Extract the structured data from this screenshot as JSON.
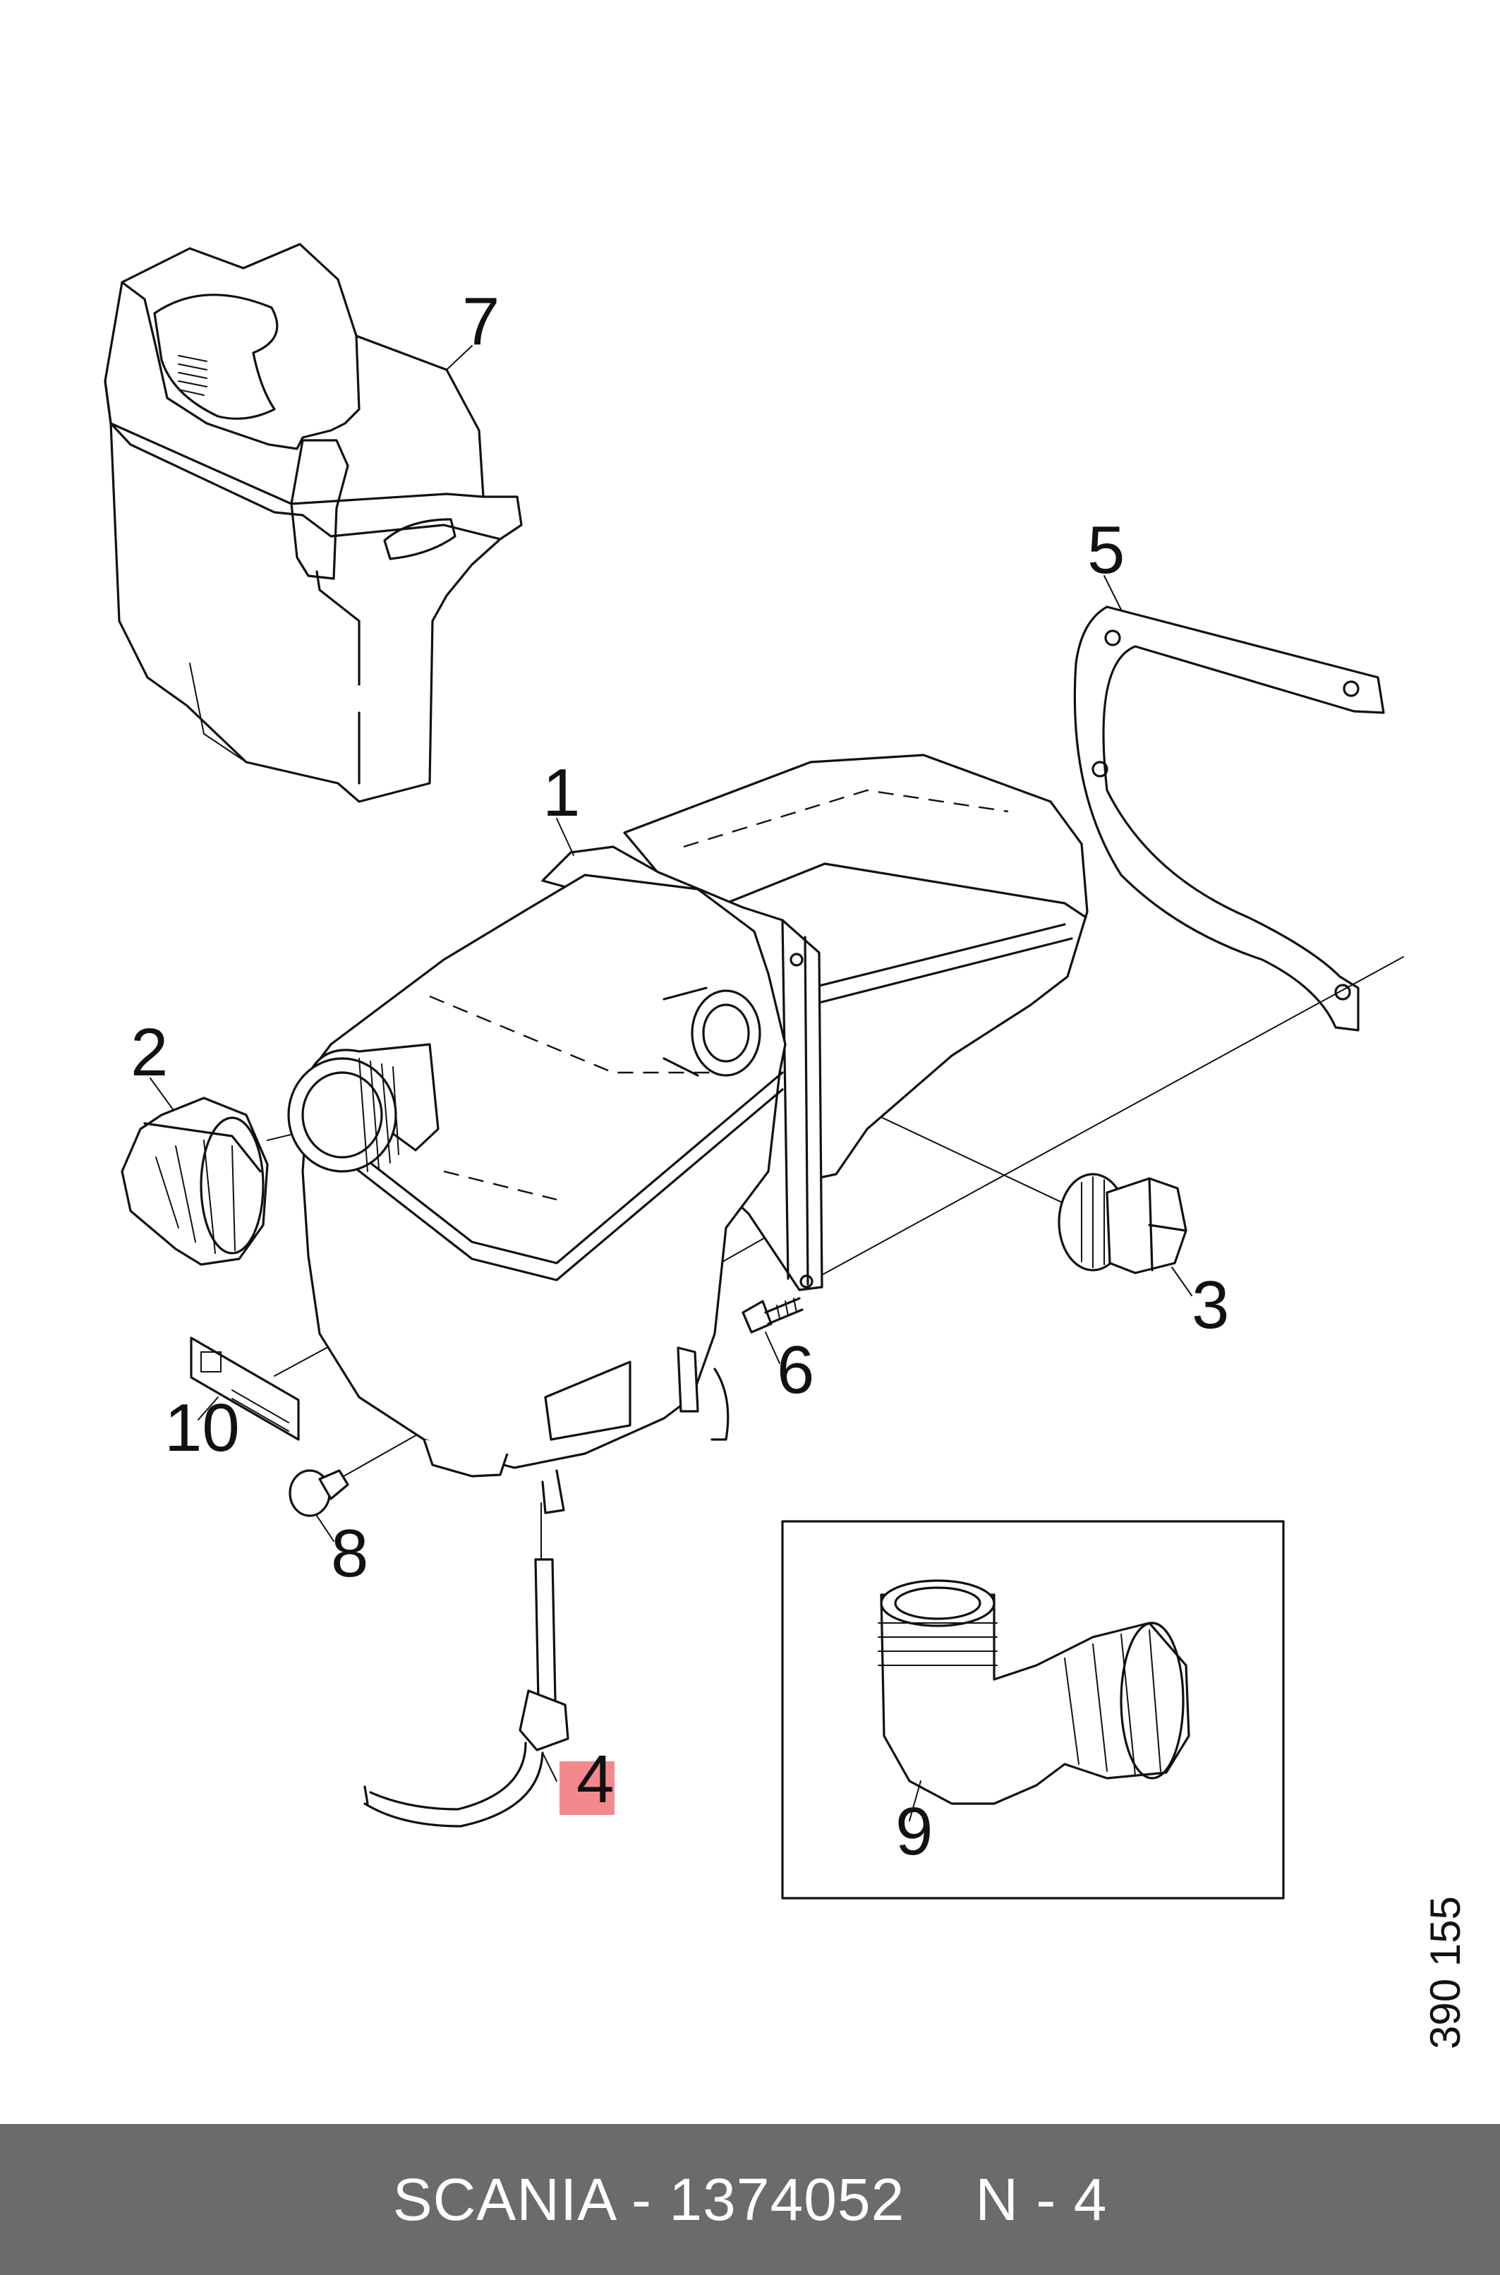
{
  "callouts": {
    "c1": "1",
    "c2": "2",
    "c3": "3",
    "c4": "4",
    "c5": "5",
    "c6": "6",
    "c7": "7",
    "c8": "8",
    "c9": "9",
    "c10": "10"
  },
  "highlight_color": "#f4898d",
  "reference_number": "390 155",
  "footer": {
    "brand_part": "SCANIA - 1374052",
    "position": "N - 4"
  }
}
